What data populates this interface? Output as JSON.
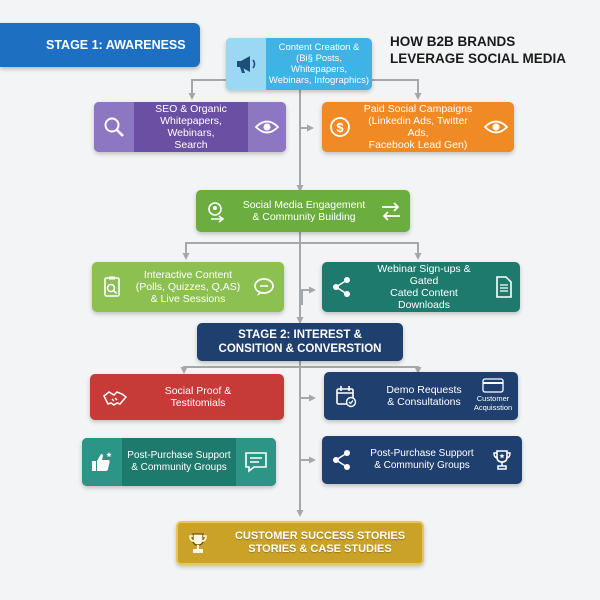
{
  "title": {
    "line1": "HOW B2B BRANDS",
    "line2": "LEVERAGE SOCIAL MEDIA"
  },
  "stage1": {
    "label": "STAGE 1: AWARENESS"
  },
  "nodes": {
    "content_creation": {
      "lines": [
        "Content Creation &",
        "(Bi§ Posts, Whitepapers,",
        "Webinars, Infographics)"
      ],
      "icon": "megaphone-icon"
    },
    "seo": {
      "lines": [
        "SEO & Organic",
        "Whitepapers, Webinars,",
        "Search"
      ],
      "icon": "magnifier-icon"
    },
    "paid_social": {
      "lines": [
        "Paid Social Campaigns",
        "(Linkedin Ads, Twitter Ads,",
        "Facebook Lead Gen)"
      ],
      "icon": "dollar-icon"
    },
    "engagement": {
      "lines": [
        "Social Media Engagement",
        "& Community Building"
      ],
      "icon": "engagement-icon"
    },
    "interactive": {
      "lines": [
        "Interactive Content",
        "(Polls, Quizzes, Q,AS)",
        "& Live Sessions"
      ],
      "icon": "clipboard-icon"
    },
    "webinar": {
      "lines": [
        "Webinar Sign-ups & Gated",
        "Cated Content Downloads"
      ],
      "icon": "share-icon"
    },
    "stage2": {
      "lines": [
        "STAGE 2: INTEREST &",
        "CONSITION & CONVERSTION"
      ]
    },
    "social_proof": {
      "lines": [
        "Social Proof &",
        "Testitomials"
      ],
      "icon": "handshake-icon"
    },
    "demo": {
      "lines": [
        "Demo Requests",
        "& Consultations"
      ],
      "icon": "calendar-icon",
      "caption": [
        "Customer",
        "Acquisstion"
      ]
    },
    "post_purchase_left": {
      "lines": [
        "Post-Purchase Support",
        "& Community Groups"
      ],
      "icon": "thumbs-up-icon"
    },
    "post_purchase_right": {
      "lines": [
        "Post-Purchase Support",
        "& Community Groups"
      ],
      "icon": "share-icon"
    },
    "final": {
      "lines": [
        "CUSTOMER SUCCESS STORIES",
        "STORIES & CASE STUDIES"
      ],
      "icon": "trophy-icon"
    }
  },
  "colors": {
    "blue_header": "#1d6fc1",
    "light_blue": "#3fb2e6",
    "purple": "#6a4fa3",
    "orange": "#f08a24",
    "green": "#6cad3f",
    "light_green": "#8cc152",
    "teal": "#1f7a6e",
    "navy": "#1f3f6e",
    "red": "#c63a38",
    "gold": "#c9a227",
    "connector": "#a5a8ab"
  }
}
